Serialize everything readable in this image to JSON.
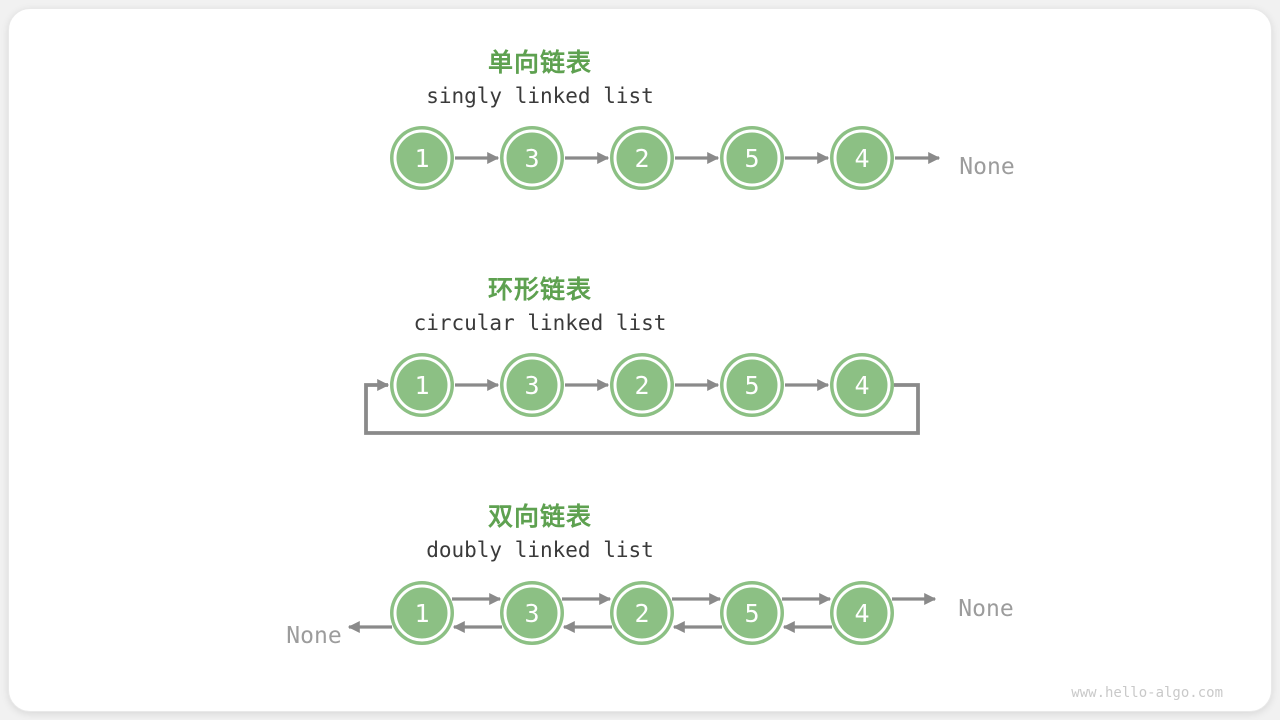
{
  "page": {
    "watermark": "www.hello-algo.com"
  },
  "colors": {
    "node_green": "#8cc084",
    "title_green": "#5ea150",
    "arrow_gray": "#8a8a8a",
    "label_gray": "#9c9c9c",
    "subtitle_dark": "#3a3a3a",
    "card_background": "#ffffff"
  },
  "sections": [
    {
      "id": "singly",
      "title_zh": "单向链表",
      "title_en": "singly linked list",
      "nodes": [
        "1",
        "3",
        "2",
        "5",
        "4"
      ],
      "tail_label": "None"
    },
    {
      "id": "circular",
      "title_zh": "环形链表",
      "title_en": "circular linked list",
      "nodes": [
        "1",
        "3",
        "2",
        "5",
        "4"
      ]
    },
    {
      "id": "doubly",
      "title_zh": "双向链表",
      "title_en": "doubly linked list",
      "nodes": [
        "1",
        "3",
        "2",
        "5",
        "4"
      ],
      "head_label": "None",
      "tail_label": "None"
    }
  ]
}
